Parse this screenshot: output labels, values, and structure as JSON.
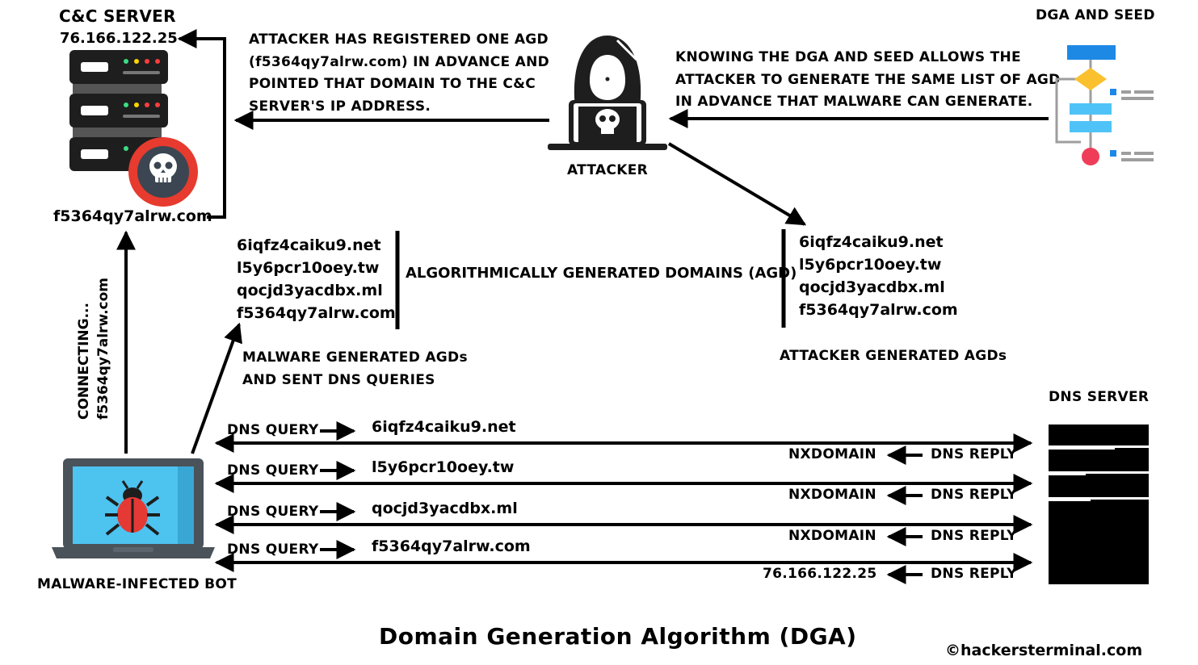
{
  "cc": {
    "heading": "C&C SERVER",
    "ip": "76.166.122.25",
    "domain": "f5364qy7alrw.com"
  },
  "attacker": {
    "label": "ATTACKER",
    "note_lines": [
      "ATTACKER HAS REGISTERED ONE AGD",
      "(f5364qy7alrw.com) IN ADVANCE AND",
      "POINTED THAT DOMAIN TO THE C&C",
      "SERVER'S IP ADDRESS."
    ]
  },
  "dga": {
    "heading": "DGA AND SEED",
    "note_lines": [
      "KNOWING THE DGA AND SEED ALLOWS THE",
      "ATTACKER TO GENERATE THE SAME LIST OF AGD",
      "IN ADVANCE THAT MALWARE CAN GENERATE."
    ]
  },
  "agd": {
    "label": "ALGORITHMICALLY GENERATED DOMAINS (AGD)",
    "malware_list": [
      "6iqfz4caiku9.net",
      "l5y6pcr10oey.tw",
      "qocjd3yacdbx.ml",
      "f5364qy7alrw.com"
    ],
    "attacker_list": [
      "6iqfz4caiku9.net",
      "l5y6pcr10oey.tw",
      "qocjd3yacdbx.ml",
      "f5364qy7alrw.com"
    ],
    "malware_caption_lines": [
      "MALWARE GENERATED AGDs",
      "AND SENT DNS QUERIES"
    ],
    "attacker_caption": "ATTACKER GENERATED AGDs"
  },
  "bot": {
    "label": "MALWARE-INFECTED BOT",
    "connecting_lines": [
      "CONNECTING...",
      "f5364qy7alrw.com"
    ]
  },
  "dns": {
    "heading": "DNS SERVER",
    "query_label": "DNS QUERY",
    "reply_label": "DNS REPLY",
    "rows": [
      {
        "domain": "6iqfz4caiku9.net",
        "answer": "NXDOMAIN"
      },
      {
        "domain": "l5y6pcr10oey.tw",
        "answer": "NXDOMAIN"
      },
      {
        "domain": "qocjd3yacdbx.ml",
        "answer": "NXDOMAIN"
      },
      {
        "domain": "f5364qy7alrw.com",
        "answer": "76.166.122.25"
      }
    ]
  },
  "footer": {
    "title": "Domain Generation Algorithm (DGA)",
    "credit": "©hackersterminal.com"
  },
  "colors": {
    "server_dark": "#1e1e1e",
    "server_gray": "#555555",
    "alert_red": "#e63b2e",
    "laptop_frame": "#4a525a",
    "screen_blue": "#4dc3f0",
    "bug_red": "#e53935",
    "flow_blue": "#1e88e5",
    "flow_cyan": "#4fc3f7",
    "flow_yellow": "#fbc02d",
    "flow_pink": "#ef3d59",
    "flow_gray": "#9e9e9e"
  }
}
